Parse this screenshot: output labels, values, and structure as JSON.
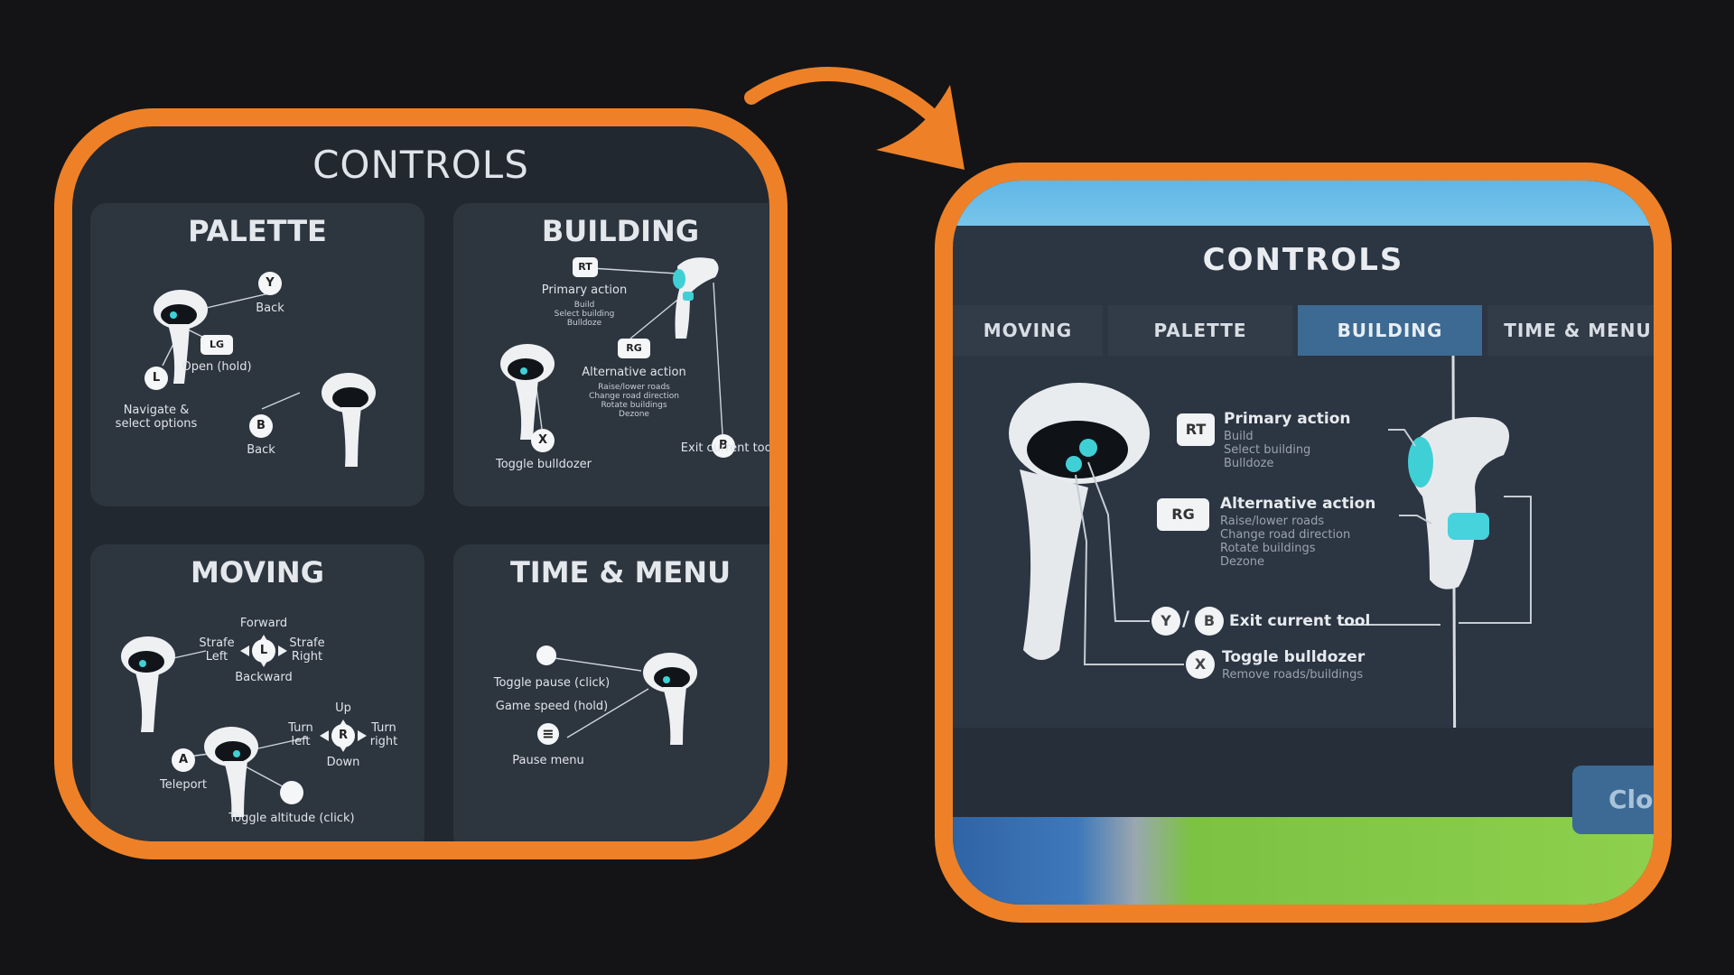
{
  "left": {
    "title": "CONTROLS",
    "palette": {
      "title": "PALETTE",
      "y_label": "Y",
      "y_action": "Back",
      "lg_label": "LG",
      "lg_action": "Open (hold)",
      "l_label": "L",
      "l_action_1": "Navigate &",
      "l_action_2": "select options",
      "b_label": "B",
      "b_action": "Back"
    },
    "building": {
      "title": "BUILDING",
      "rt_label": "RT",
      "rt_action": "Primary action",
      "rt_sub_1": "Build",
      "rt_sub_2": "Select building",
      "rt_sub_3": "Bulldoze",
      "rg_label": "RG",
      "rg_action": "Alternative action",
      "rg_sub_1": "Raise/lower roads",
      "rg_sub_2": "Change road direction",
      "rg_sub_3": "Rotate buildings",
      "rg_sub_4": "Dezone",
      "x_label": "X",
      "x_action": "Toggle bulldozer",
      "b_label": "B",
      "b_action": "Exit current tool"
    },
    "moving": {
      "title": "MOVING",
      "forward": "Forward",
      "strafe_left_1": "Strafe",
      "strafe_left_2": "Left",
      "strafe_right_1": "Strafe",
      "strafe_right_2": "Right",
      "backward": "Backward",
      "l_label": "L",
      "up": "Up",
      "turn_left_1": "Turn",
      "turn_left_2": "left",
      "turn_right_1": "Turn",
      "turn_right_2": "right",
      "down": "Down",
      "r_label": "R",
      "a_label": "A",
      "a_action": "Teleport",
      "altitude_action": "Toggle altitude (click)"
    },
    "time_menu": {
      "title": "TIME & MENU",
      "pause_click": "Toggle pause (click)",
      "speed_hold": "Game speed (hold)",
      "menu_action": "Pause menu"
    }
  },
  "right": {
    "title": "CONTROLS",
    "tabs": [
      "MOVING",
      "PALETTE",
      "BUILDING",
      "TIME & MENU"
    ],
    "active_tab": "BUILDING",
    "rt_label": "RT",
    "rt_action": "Primary action",
    "rt_sub_1": "Build",
    "rt_sub_2": "Select building",
    "rt_sub_3": "Bulldoze",
    "rg_label": "RG",
    "rg_action": "Alternative action",
    "rg_sub_1": "Raise/lower roads",
    "rg_sub_2": "Change road direction",
    "rg_sub_3": "Rotate buildings",
    "rg_sub_4": "Dezone",
    "y_label": "Y",
    "b_label": "B",
    "yb_action": "Exit current tool",
    "x_label": "X",
    "x_action": "Toggle bulldozer",
    "x_sub": "Remove roads/buildings",
    "close_label": "Clos"
  },
  "colors": {
    "accent": "#ee8127",
    "background": "#141416",
    "panel": "#222830",
    "card": "#2d353f",
    "active_tab": "#3d6a92",
    "highlight": "#3fd0d6"
  }
}
